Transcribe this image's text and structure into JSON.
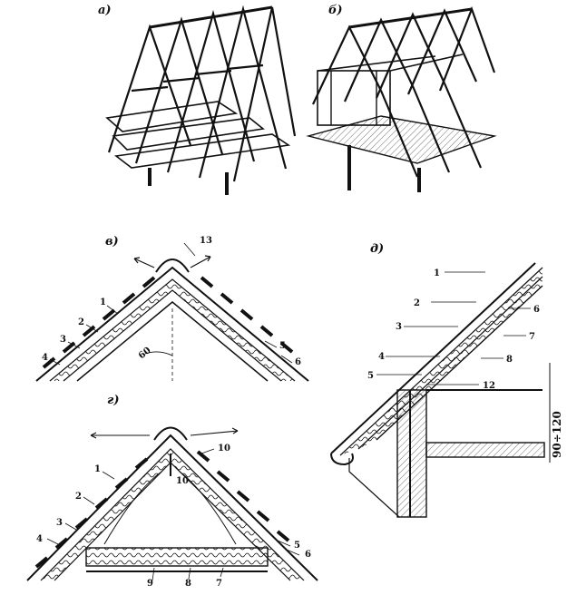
{
  "panels": {
    "a": {
      "label": "а)"
    },
    "b": {
      "label": "б)"
    },
    "v": {
      "label": "в)",
      "callouts": [
        "13",
        "1",
        "2",
        "3",
        "4",
        "5",
        "6"
      ],
      "angle": "60"
    },
    "g": {
      "label": "г)",
      "callouts": [
        "1",
        "2",
        "3",
        "4",
        "5",
        "6",
        "7",
        "8",
        "9",
        "10",
        "10"
      ]
    },
    "d": {
      "label": "д)",
      "callouts": [
        "1",
        "2",
        "3",
        "4",
        "5",
        "6",
        "7",
        "8",
        "12"
      ],
      "dimension": "90÷120"
    }
  }
}
